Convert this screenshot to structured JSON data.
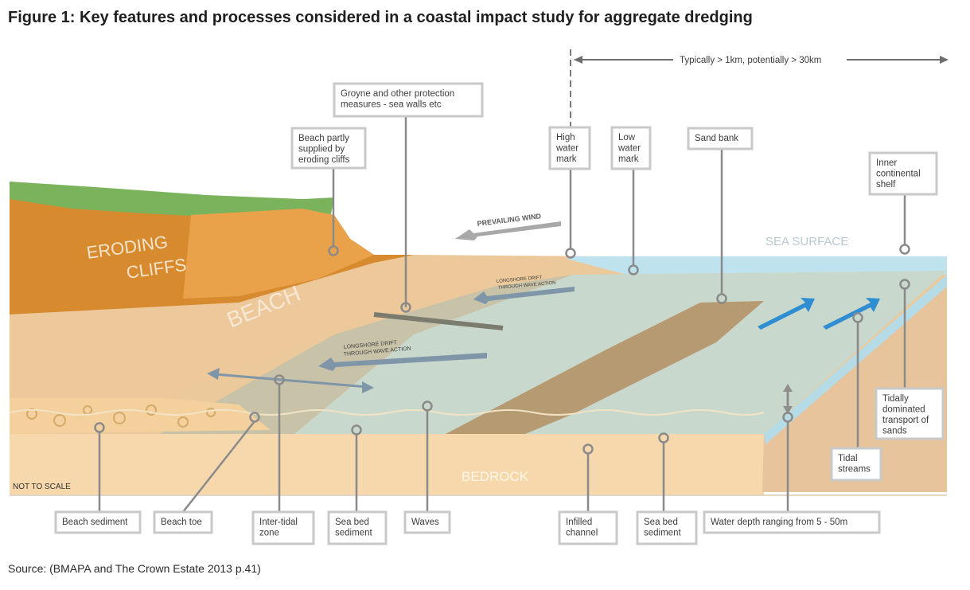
{
  "title": "Figure 1: Key features and processes considered in a coastal impact study for aggregate dredging",
  "source": "Source: (BMAPA and The Crown Estate 2013 p.41)",
  "range_text": "Typically > 1km, potentially > 30km",
  "scale_note": "NOT TO SCALE",
  "area_labels": {
    "eroding": "ERODING",
    "cliffs": "CLIFFS",
    "beach": "BEACH",
    "bedrock": "BEDROCK",
    "sea_surface": "SEA SURFACE",
    "prevailing_wind": "PREVAILING WIND"
  },
  "drift": {
    "upper_line1": "LONGSHORE DRIFT",
    "upper_line2": "THROUGH WAVE ACTION",
    "lower_line1": "LONGSHORE DRIFT",
    "lower_line2": "THROUGH WAVE ACTION"
  },
  "callouts": {
    "groyne": [
      "Groyne and other protection",
      "measures - sea walls etc"
    ],
    "beach_supplied": [
      "Beach partly",
      "supplied by",
      "eroding cliffs"
    ],
    "high_water": [
      "High",
      "water",
      "mark"
    ],
    "low_water": [
      "Low",
      "water",
      "mark"
    ],
    "sand_bank": [
      "Sand bank"
    ],
    "inner_shelf": [
      "Inner",
      "continental",
      "shelf"
    ],
    "tidally": [
      "Tidally",
      "dominated",
      "transport of",
      "sands"
    ],
    "tidal_streams": [
      "Tidal",
      "streams"
    ]
  },
  "bottom_labels": {
    "beach_sediment": [
      "Beach sediment"
    ],
    "beach_toe": [
      "Beach toe"
    ],
    "intertidal": [
      "Inter-tidal",
      "zone"
    ],
    "seabed1": [
      "Sea bed",
      "sediment"
    ],
    "waves": [
      "Waves"
    ],
    "infilled": [
      "Infilled",
      "channel"
    ],
    "seabed2": [
      "Sea bed",
      "sediment"
    ],
    "depth": [
      "Water depth ranging from 5 - 50m"
    ]
  }
}
